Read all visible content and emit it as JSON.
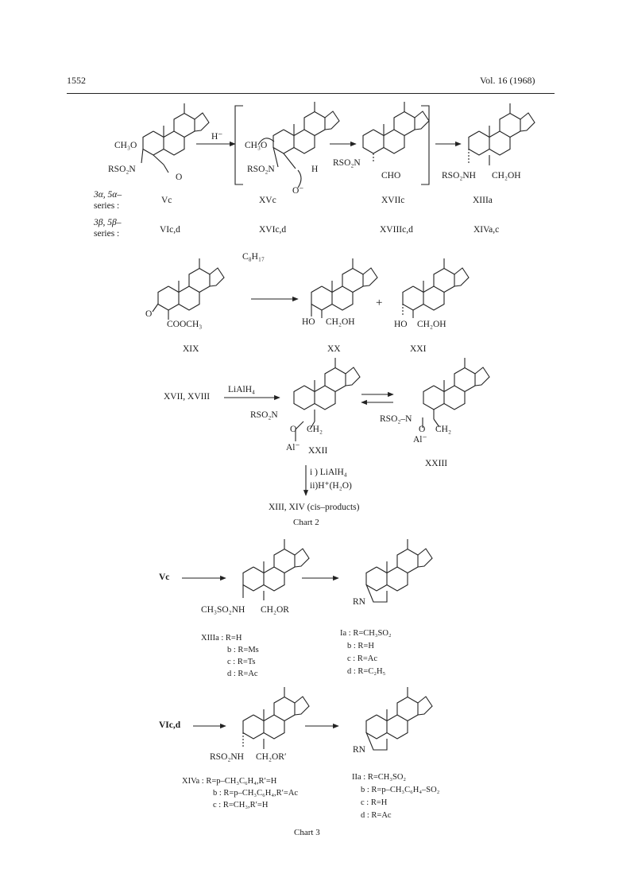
{
  "header": {
    "page_number": "1552",
    "volume": "Vol. 16 (1968)"
  },
  "chart2": {
    "row1": {
      "start_groups": [
        "CH₃O",
        "RSO₂N",
        "O"
      ],
      "arrow_reagent": "H⁻",
      "int1_groups": [
        "CH₃O",
        "RSO₂N",
        "H",
        "O⁻"
      ],
      "int2_groups": [
        "RSO₂N",
        "CHO"
      ],
      "prod_groups": [
        "RSO₂NH",
        "CH₂OH"
      ]
    },
    "series": [
      {
        "label": "3α, 5α–",
        "label2": "series :",
        "items": [
          "Vc",
          "XVc",
          "XVIIc",
          "XIIIa"
        ]
      },
      {
        "label": "3β, 5β–",
        "label2": "series :",
        "items": [
          "VIc,d",
          "XVIc,d",
          "XVIIIc,d",
          "XIVa,c"
        ]
      }
    ],
    "row2": {
      "sub_c8h17": "C₈H₁₇",
      "ketone_o": "O",
      "ester": "COOCH₃",
      "ho": "HO",
      "ch2oh": "CH₂OH",
      "plus": "+",
      "labels": [
        "XIX",
        "XX",
        "XXI"
      ]
    },
    "row3": {
      "reactants": "XVII, XVIII",
      "reagent": "LiAlH₄",
      "xxii_groups": [
        "RSO₂N",
        "O",
        "CH₂",
        "Al⁻"
      ],
      "xxiii_groups": [
        "RSO₂–N",
        "O",
        "CH₂",
        "Al⁻"
      ],
      "labels": [
        "XXII",
        "XXIII"
      ],
      "step_i": "i ) LiAlH₄",
      "step_ii": "ii)H⁺(H₂O)",
      "product": "XIII, XIV (cis–products)"
    },
    "caption": "Chart 2"
  },
  "chart3": {
    "block_a": {
      "start": "Vc",
      "mid_groups": [
        "CH₃SO₂NH",
        "CH₂OR"
      ],
      "right_group": "RN",
      "left_defs": [
        "XIIIa : R=H",
        "b : R=Ms",
        "c : R=Ts",
        "d : R=Ac"
      ],
      "right_defs": [
        "Ia : R=CH₃SO₂",
        "b : R=H",
        "c : R=Ac",
        "d : R=C₂H₅"
      ]
    },
    "block_b": {
      "start": "VIc,d",
      "mid_groups": [
        "RSO₂NH",
        "CH₂OR′"
      ],
      "right_group": "RN",
      "left_defs": [
        "XIVa : R=p–CH₃C₆H₄,R′=H",
        "b : R=p–CH₃C₆H₄,R′=Ac",
        "c : R=CH₃,R′=H"
      ],
      "right_defs": [
        "IIa : R=CH₃SO₂",
        "b : R=p–CH₃C₆H₄–SO₂",
        "c : R=H",
        "d : R=Ac"
      ]
    },
    "caption": "Chart 3"
  }
}
